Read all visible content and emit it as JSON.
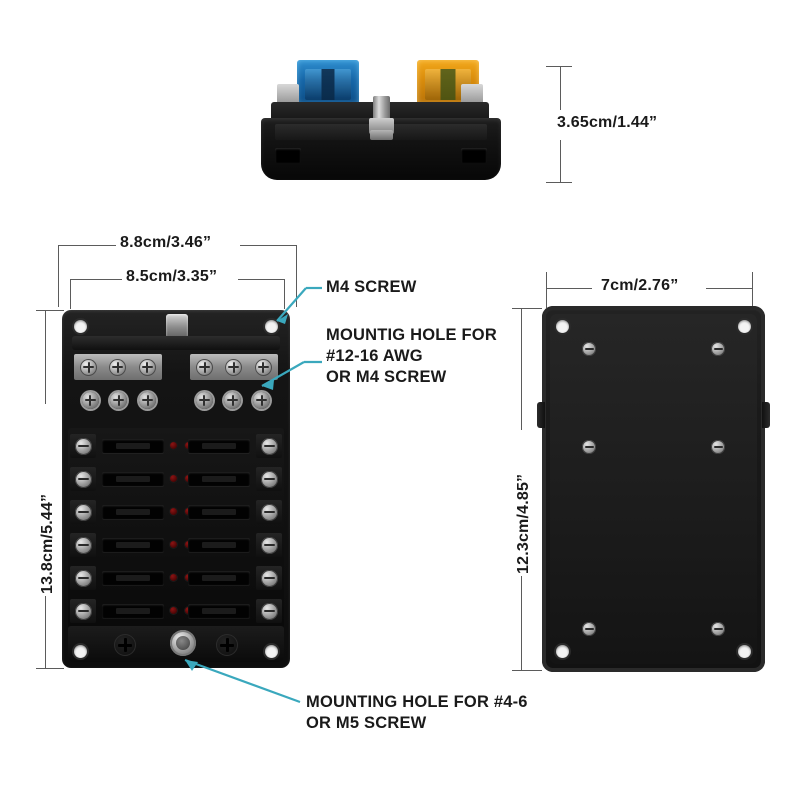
{
  "diagram": {
    "title": "Fuse Block Dimensional Drawing",
    "leader_color": "#3aa8bd",
    "dimension_line_color": "#5b5b5b"
  },
  "views": {
    "top": {
      "name": "side profile view",
      "fuses": [
        {
          "position": "left",
          "color_name": "blue",
          "color": "#1767a8"
        },
        {
          "position": "right",
          "color_name": "amber",
          "color": "#d98c0c"
        }
      ],
      "height_dimension": "3.65cm/1.44”"
    },
    "front": {
      "name": "front view",
      "width_outer": "8.8cm/3.46”",
      "width_inner": "8.5cm/3.35”",
      "height": "13.8cm/5.44”",
      "fuse_rows": 6,
      "fuse_slots_total": 12,
      "led_count": 12,
      "led_color": "#8d1414"
    },
    "back": {
      "name": "back view",
      "width": "7cm/2.76”",
      "height": "12.3cm/4.85”",
      "mounting_holes": 4,
      "screws": 4
    }
  },
  "callouts": [
    {
      "id": "m4-screw",
      "text": "M4 SCREW"
    },
    {
      "id": "mounting-hole-awg",
      "lines": [
        "MOUNTIG HOLE FOR",
        "#12-16 AWG",
        "OR M4 SCREW"
      ]
    },
    {
      "id": "mounting-hole-m5",
      "lines": [
        "MOUNTING HOLE FOR #4-6",
        "OR M5 SCREW"
      ]
    }
  ],
  "callout_text": {
    "m4_screw": "M4 SCREW",
    "awg_line1": "MOUNTIG HOLE FOR",
    "awg_line2": "#12-16 AWG",
    "awg_line3": "OR M4 SCREW",
    "m5_line1": "MOUNTING HOLE FOR #4-6",
    "m5_line2": "OR M5 SCREW"
  },
  "dimensions": {
    "top_height": "3.65cm/1.44”",
    "front_width_outer": "8.8cm/3.46”",
    "front_width_inner": "8.5cm/3.35”",
    "front_height": "13.8cm/5.44”",
    "back_width": "7cm/2.76”",
    "back_height": "12.3cm/4.85”"
  }
}
